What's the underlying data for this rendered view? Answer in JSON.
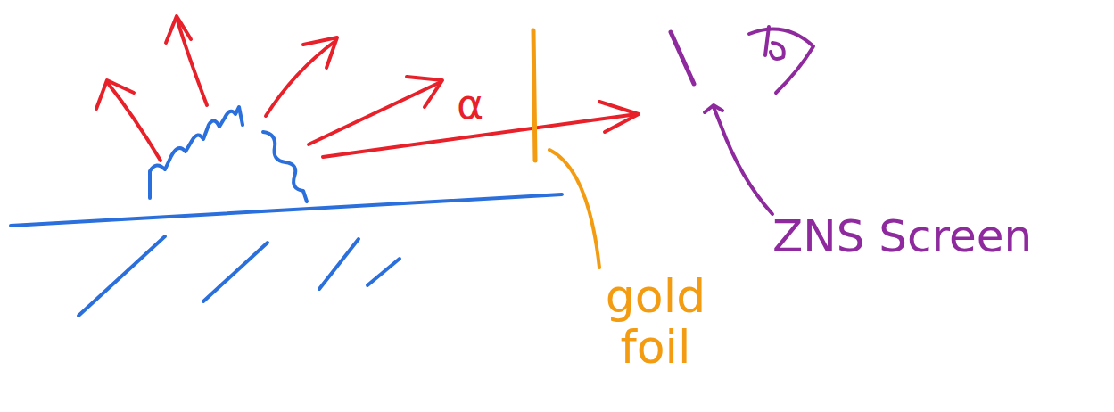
{
  "diagram": {
    "labels": [
      "α",
      "gold foil",
      "ZNS Screen"
    ]
  }
}
